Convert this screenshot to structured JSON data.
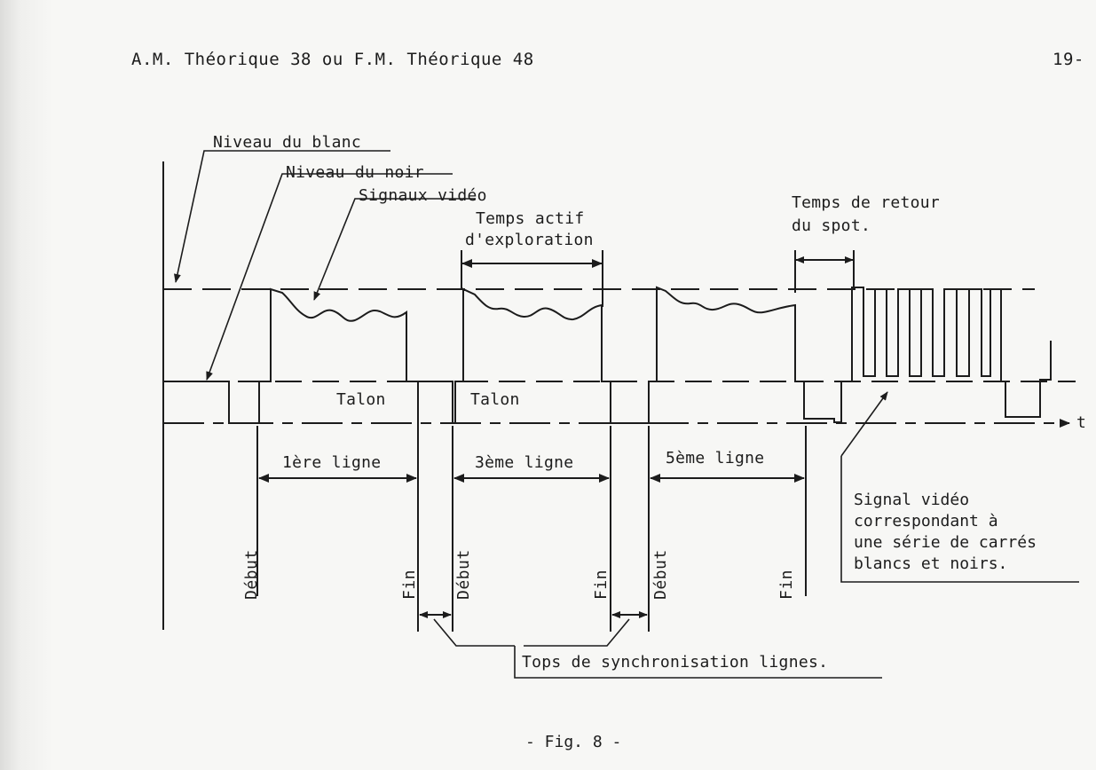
{
  "header": {
    "left": "A.M. Théorique 38  ou  F.M. Théorique 48",
    "page_number": "19-"
  },
  "labels": {
    "niveau_blanc": "Niveau du blanc",
    "niveau_noir": "Niveau du noir",
    "signaux_video": "Signaux vidéo",
    "temps_actif_1": "Temps actif",
    "temps_actif_2": "d'exploration",
    "temps_retour_1": "Temps de retour",
    "temps_retour_2": "du spot.",
    "talon_1": "Talon",
    "talon_2": "Talon",
    "ligne_1": "1ère ligne",
    "ligne_3": "3ème ligne",
    "ligne_5": "5ème ligne",
    "debut": "Début",
    "fin": "Fin",
    "tops_synchro": "Tops de synchronisation lignes.",
    "axis_t": "t"
  },
  "note": {
    "lines": [
      "Signal vidéo",
      "correspondant à",
      "une série de carrés",
      "blancs et noirs."
    ]
  },
  "caption": "- Fig. 8 -"
}
